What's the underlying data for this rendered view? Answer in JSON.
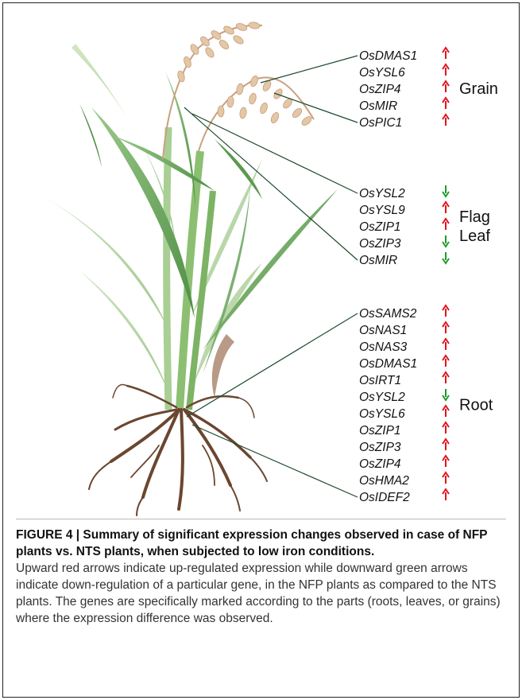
{
  "figure": {
    "groups": [
      {
        "label_lines": [
          "Grain"
        ],
        "genes": [
          {
            "name": "OsDMAS1",
            "direction": "up"
          },
          {
            "name": "OsYSL6",
            "direction": "up"
          },
          {
            "name": "OsZIP4",
            "direction": "up"
          },
          {
            "name": "OsMIR",
            "direction": "up"
          },
          {
            "name": "OsPIC1",
            "direction": "up"
          }
        ]
      },
      {
        "label_lines": [
          "Flag",
          "Leaf"
        ],
        "genes": [
          {
            "name": "OsYSL2",
            "direction": "down"
          },
          {
            "name": "OsYSL9",
            "direction": "up"
          },
          {
            "name": "OsZIP1",
            "direction": "up"
          },
          {
            "name": "OsZIP3",
            "direction": "down"
          },
          {
            "name": "OsMIR",
            "direction": "down"
          }
        ]
      },
      {
        "label_lines": [
          "Root"
        ],
        "genes": [
          {
            "name": "OsSAMS2",
            "direction": "up"
          },
          {
            "name": "OsNAS1",
            "direction": "up"
          },
          {
            "name": "OsNAS3",
            "direction": "up"
          },
          {
            "name": "OsDMAS1",
            "direction": "up"
          },
          {
            "name": "OsIRT1",
            "direction": "up"
          },
          {
            "name": "OsYSL2",
            "direction": "down"
          },
          {
            "name": "OsYSL6",
            "direction": "up"
          },
          {
            "name": "OsZIP1",
            "direction": "up"
          },
          {
            "name": "OsZIP3",
            "direction": "up"
          },
          {
            "name": "OsZIP4",
            "direction": "up"
          },
          {
            "name": "OsHMA2",
            "direction": "up"
          },
          {
            "name": "OsIDEF2",
            "direction": "up"
          }
        ]
      }
    ],
    "colors": {
      "up_arrow": "#e0141c",
      "down_arrow": "#1e9a2a",
      "leader_line": "#1f4a2c",
      "leaf": "#6aa85a",
      "stem": "#8cbf72",
      "grain": "#d8b592",
      "root": "#6b4630"
    }
  },
  "caption": {
    "title": "FIGURE 4 | Summary of significant expression changes observed in case of NFP plants vs. NTS plants, when subjected to low iron conditions.",
    "body": "Upward red arrows indicate up-regulated expression while downward green arrows indicate down-regulation of a particular gene, in the NFP plants as compared to the NTS plants. The genes are specifically marked according to the parts (roots, leaves, or grains) where the expression difference was observed."
  }
}
